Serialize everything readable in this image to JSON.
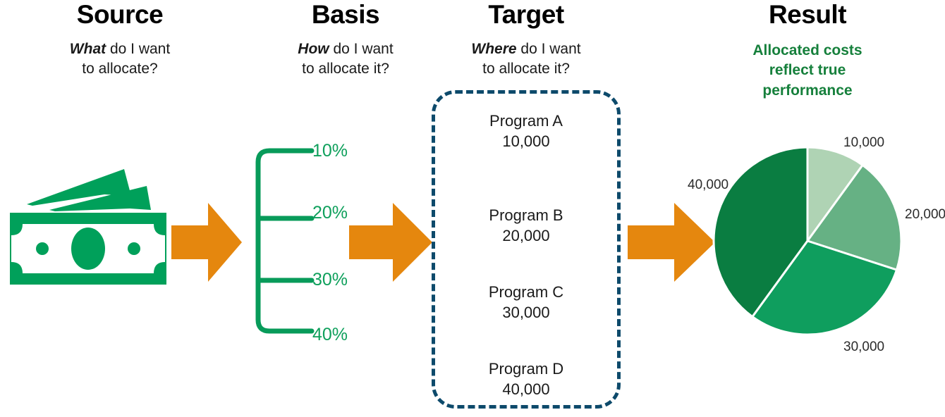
{
  "columns": [
    {
      "id": "source",
      "title": "Source",
      "question_lead": "What",
      "question_rest": " do I want",
      "question_line2": "to allocate?"
    },
    {
      "id": "basis",
      "title": "Basis",
      "question_lead": "How",
      "question_rest": " do I want",
      "question_line2": "to allocate it?"
    },
    {
      "id": "target",
      "title": "Target",
      "question_lead": "Where",
      "question_rest": " do I want",
      "question_line2": "to allocate it?"
    },
    {
      "id": "result",
      "title": "Result",
      "summary_line1": "Allocated costs",
      "summary_line2": "reflect true",
      "summary_line3": "performance"
    }
  ],
  "source": {
    "icon": "money-bills-icon"
  },
  "basis": {
    "percentages": [
      "10%",
      "20%",
      "30%",
      "40%"
    ]
  },
  "target": {
    "programs": [
      {
        "name": "Program A",
        "amount": "10,000"
      },
      {
        "name": "Program B",
        "amount": "20,000"
      },
      {
        "name": "Program C",
        "amount": "30,000"
      },
      {
        "name": "Program D",
        "amount": "40,000"
      }
    ]
  },
  "arrows": [
    {
      "id": "arrow-source-to-basis",
      "icon": "arrow-right-icon"
    },
    {
      "id": "arrow-basis-to-target",
      "icon": "arrow-right-icon"
    },
    {
      "id": "arrow-target-to-result",
      "icon": "arrow-right-icon"
    }
  ],
  "chart_data": {
    "type": "pie",
    "title": "",
    "labels": [
      "10,000",
      "20,000",
      "30,000",
      "40,000"
    ],
    "values": [
      10000,
      20000,
      30000,
      40000
    ],
    "percentages": [
      10,
      20,
      30,
      40
    ],
    "colors": [
      "#AFD3B4",
      "#66B184",
      "#0F9E5E",
      "#0A7D41"
    ],
    "slice_separator_color": "#ffffff",
    "start_angle_deg": 0,
    "legend": "none",
    "label_position": "outside"
  },
  "colors": {
    "orange_arrow": "#E5870E",
    "money_green": "#00A05A",
    "bracket_green": "#0FA05C",
    "dashed_navy": "#0D4A6B",
    "result_green": "#16803C",
    "title_black": "#000000"
  }
}
